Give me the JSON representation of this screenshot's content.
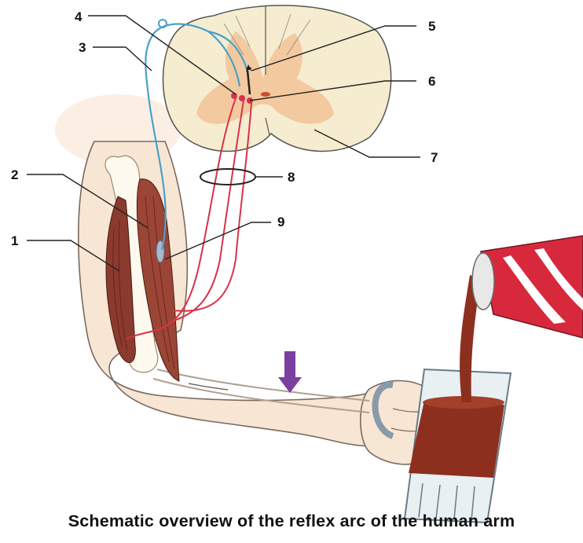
{
  "labels": {
    "l1": "1",
    "l2": "2",
    "l3": "3",
    "l4": "4",
    "l5": "5",
    "l6": "6",
    "l7": "7",
    "l8": "8",
    "l9": "9"
  },
  "caption": "Schematic overview of the reflex arc of the human arm",
  "colors": {
    "skin": "#f8e6d4",
    "skin_outline": "#7a6a5e",
    "muscle": "#8b3a2e",
    "spinal_cord": "#f6ecd0",
    "grey_matter": "#f3c59a",
    "sensory_nerve": "#4aa0c8",
    "motor_nerve": "#d8324a",
    "drink": "#8c2f1f",
    "can_red": "#d8283c",
    "arrow": "#7b3fa0"
  }
}
